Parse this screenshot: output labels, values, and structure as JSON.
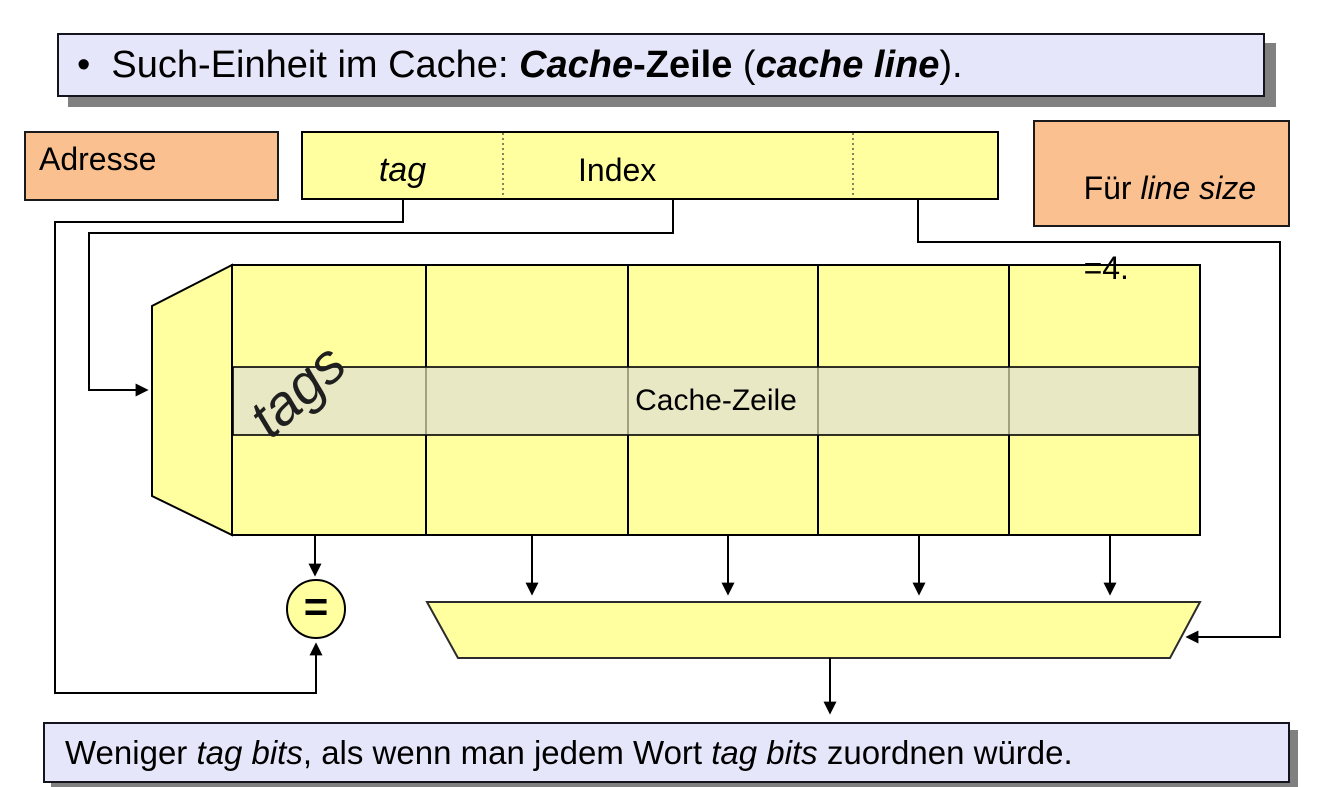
{
  "colors": {
    "note_background": "#e6e6fa",
    "orange_background": "#fac090",
    "cell_yellow": "#ffffa0",
    "highlight_row": "#e8e8c4",
    "shadow_gray": "#808080",
    "line_black": "#000000"
  },
  "top_banner": {
    "bullet": "•",
    "prefix": "  Such-Einheit im Cache: ",
    "bold_italic_1": "Cache",
    "bold_1": "-Zeile",
    "mid": " (",
    "bold_italic_2": "cache line",
    "suffix": ")."
  },
  "address_label": {
    "text": "Adresse"
  },
  "address_fields": {
    "tag": "tag",
    "index": "Index"
  },
  "line_size_note": {
    "line1_prefix": "Für ",
    "line1_italic": "line size",
    "line2": "=4."
  },
  "cache_array": {
    "tags_label": "tags",
    "row_label": "Cache-Zeile"
  },
  "comparator": {
    "symbol": "="
  },
  "bottom_note": {
    "prefix": "Weniger ",
    "italic_1": "tag bits",
    "mid": ", als wenn man jedem Wort ",
    "italic_2": "tag bits",
    "suffix": " zuordnen würde."
  }
}
